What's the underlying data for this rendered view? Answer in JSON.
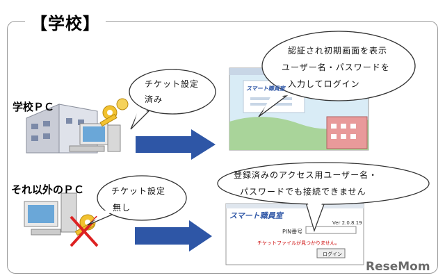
{
  "section_title": "【学校】",
  "row1": {
    "pc_label": "学校ＰＣ",
    "ticket_bubble": [
      "チケット設定",
      "済み"
    ],
    "result_bubble": [
      "認証され初期画面を表示",
      "ユーザー名・パスワードを",
      "入力してログイン"
    ],
    "screen_logo": "スマート職員室"
  },
  "row2": {
    "pc_label": "それ以外のＰＣ",
    "ticket_bubble": [
      "チケット設定",
      "無し"
    ],
    "result_bubble": [
      "登録済みのアクセス用ユーザー名・",
      "パスワードでも接続できません"
    ],
    "login_screen": {
      "logo": "スマート職員室",
      "version": "Ver 2.0.8.19",
      "pin_label": "PIN番号",
      "error": "チケットファイルが見つかりません。",
      "login_button": "ログイン"
    }
  },
  "watermark": "ReseMom",
  "colors": {
    "arrow": "#2e56a6",
    "bubble_border": "#333333",
    "error": "#cc0000"
  }
}
